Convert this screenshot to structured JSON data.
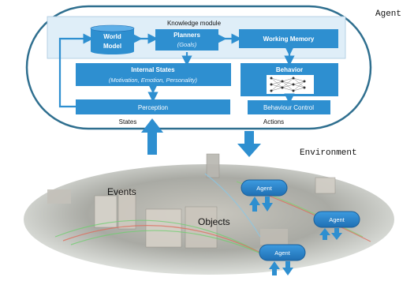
{
  "agent_label": "Agent",
  "knowledge_module_label": "Knowledge module",
  "world_model": {
    "line1": "World",
    "line2": "Model"
  },
  "planners": {
    "title": "Planners",
    "subtitle": "(Goals)"
  },
  "working_memory": "Working Memory",
  "internal_states": {
    "title": "Internal States",
    "subtitle": "(Motivation, Emotion, Personality)"
  },
  "behavior": "Behavior",
  "perception": "Perception",
  "behaviour_control": "Behaviour Control",
  "states_label": "States",
  "actions_label": "Actions",
  "environment_label": "Environment",
  "events_label": "Events",
  "objects_label": "Objects",
  "environment_agents": [
    "Agent",
    "Agent",
    "Agent"
  ],
  "colors": {
    "agent_border": "#2f6f8f",
    "module_fill": "#dfeef8",
    "box_fill": "#2e8fd0",
    "arrow": "#2e8fd0",
    "blob": "#2a7fc4"
  }
}
